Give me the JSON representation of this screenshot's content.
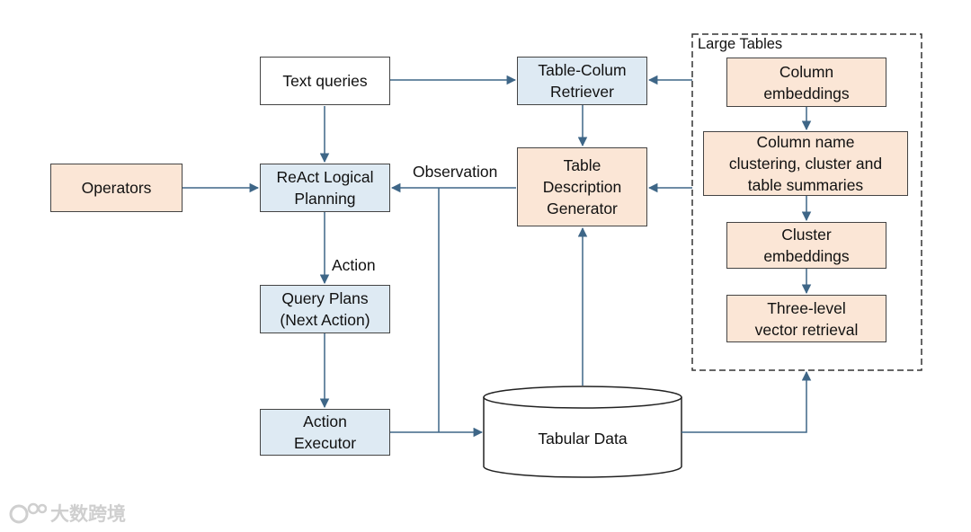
{
  "diagram": {
    "nodes": {
      "text_queries": "Text queries",
      "operators": "Operators",
      "react": "ReAct Logical\nPlanning",
      "query_plans": "Query Plans\n(Next Action)",
      "action_executor": "Action\nExecutor",
      "retriever": "Table-Colum\nRetriever",
      "description_generator": "Table\nDescription\nGenerator",
      "tabular_data": "Tabular Data",
      "column_embeddings": "Column\nembeddings",
      "clustering": "Column name\nclustering, cluster and\ntable summaries",
      "cluster_embeddings": "Cluster\nembeddings",
      "three_level": "Three-level\nvector retrieval"
    },
    "labels": {
      "large_tables": "Large Tables",
      "observation": "Observation",
      "action": "Action"
    }
  },
  "watermark": {
    "text": "大数跨境"
  },
  "colors": {
    "line": "#3e6687",
    "blue_fill": "#deeaf3",
    "peach_fill": "#fbe6d6",
    "border": "#444444"
  }
}
